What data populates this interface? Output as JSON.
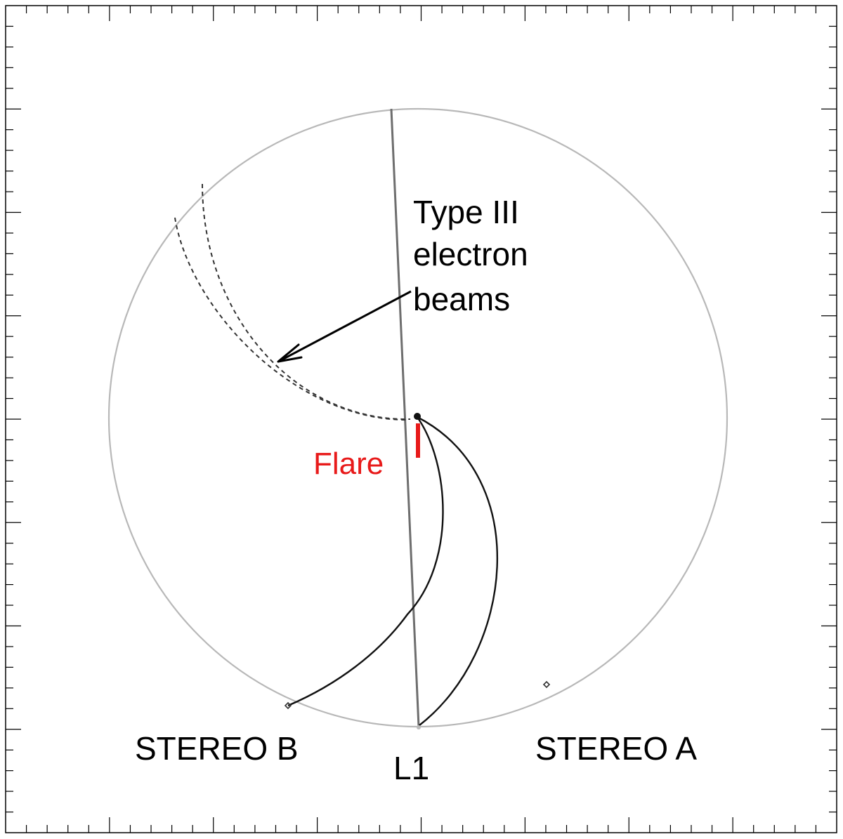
{
  "labels": {
    "beams_line1": "Type III",
    "beams_line2": "electron",
    "beams_line3": "beams",
    "flare": "Flare",
    "stereo_b": "STEREO B",
    "stereo_a": "STEREO A",
    "l1": "L1"
  },
  "colors": {
    "frame": "#000000",
    "orbit": "#b8b8b8",
    "field_line": "#111111",
    "line_of_sight": "#6e6e6e",
    "flare": "#e81a1a",
    "text": "#000000"
  }
}
